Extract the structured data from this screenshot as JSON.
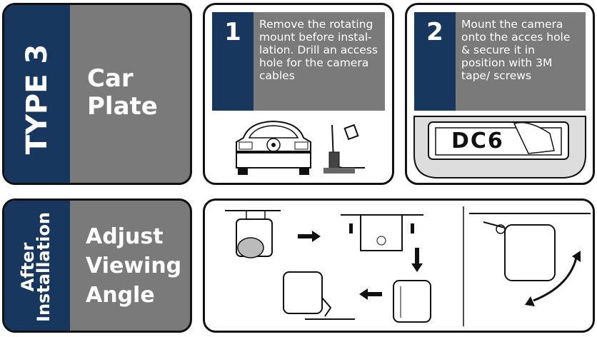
{
  "type3": {
    "tab": "TYPE 3",
    "title_line1": "Car",
    "title_line2": "Plate"
  },
  "after": {
    "tab_line1": "After",
    "tab_line2": "Installation",
    "title_line1": "Adjust",
    "title_line2": "Viewing",
    "title_line3": "Angle"
  },
  "step1": {
    "number": "1",
    "text": "Remove the rotating mount before instal-lation. Drill an access hole for the camera cables"
  },
  "step2": {
    "number": "2",
    "text": "Mount the camera onto the acces hole & secure it in position with 3M tape/ screws"
  },
  "plate_text": "DC6"
}
